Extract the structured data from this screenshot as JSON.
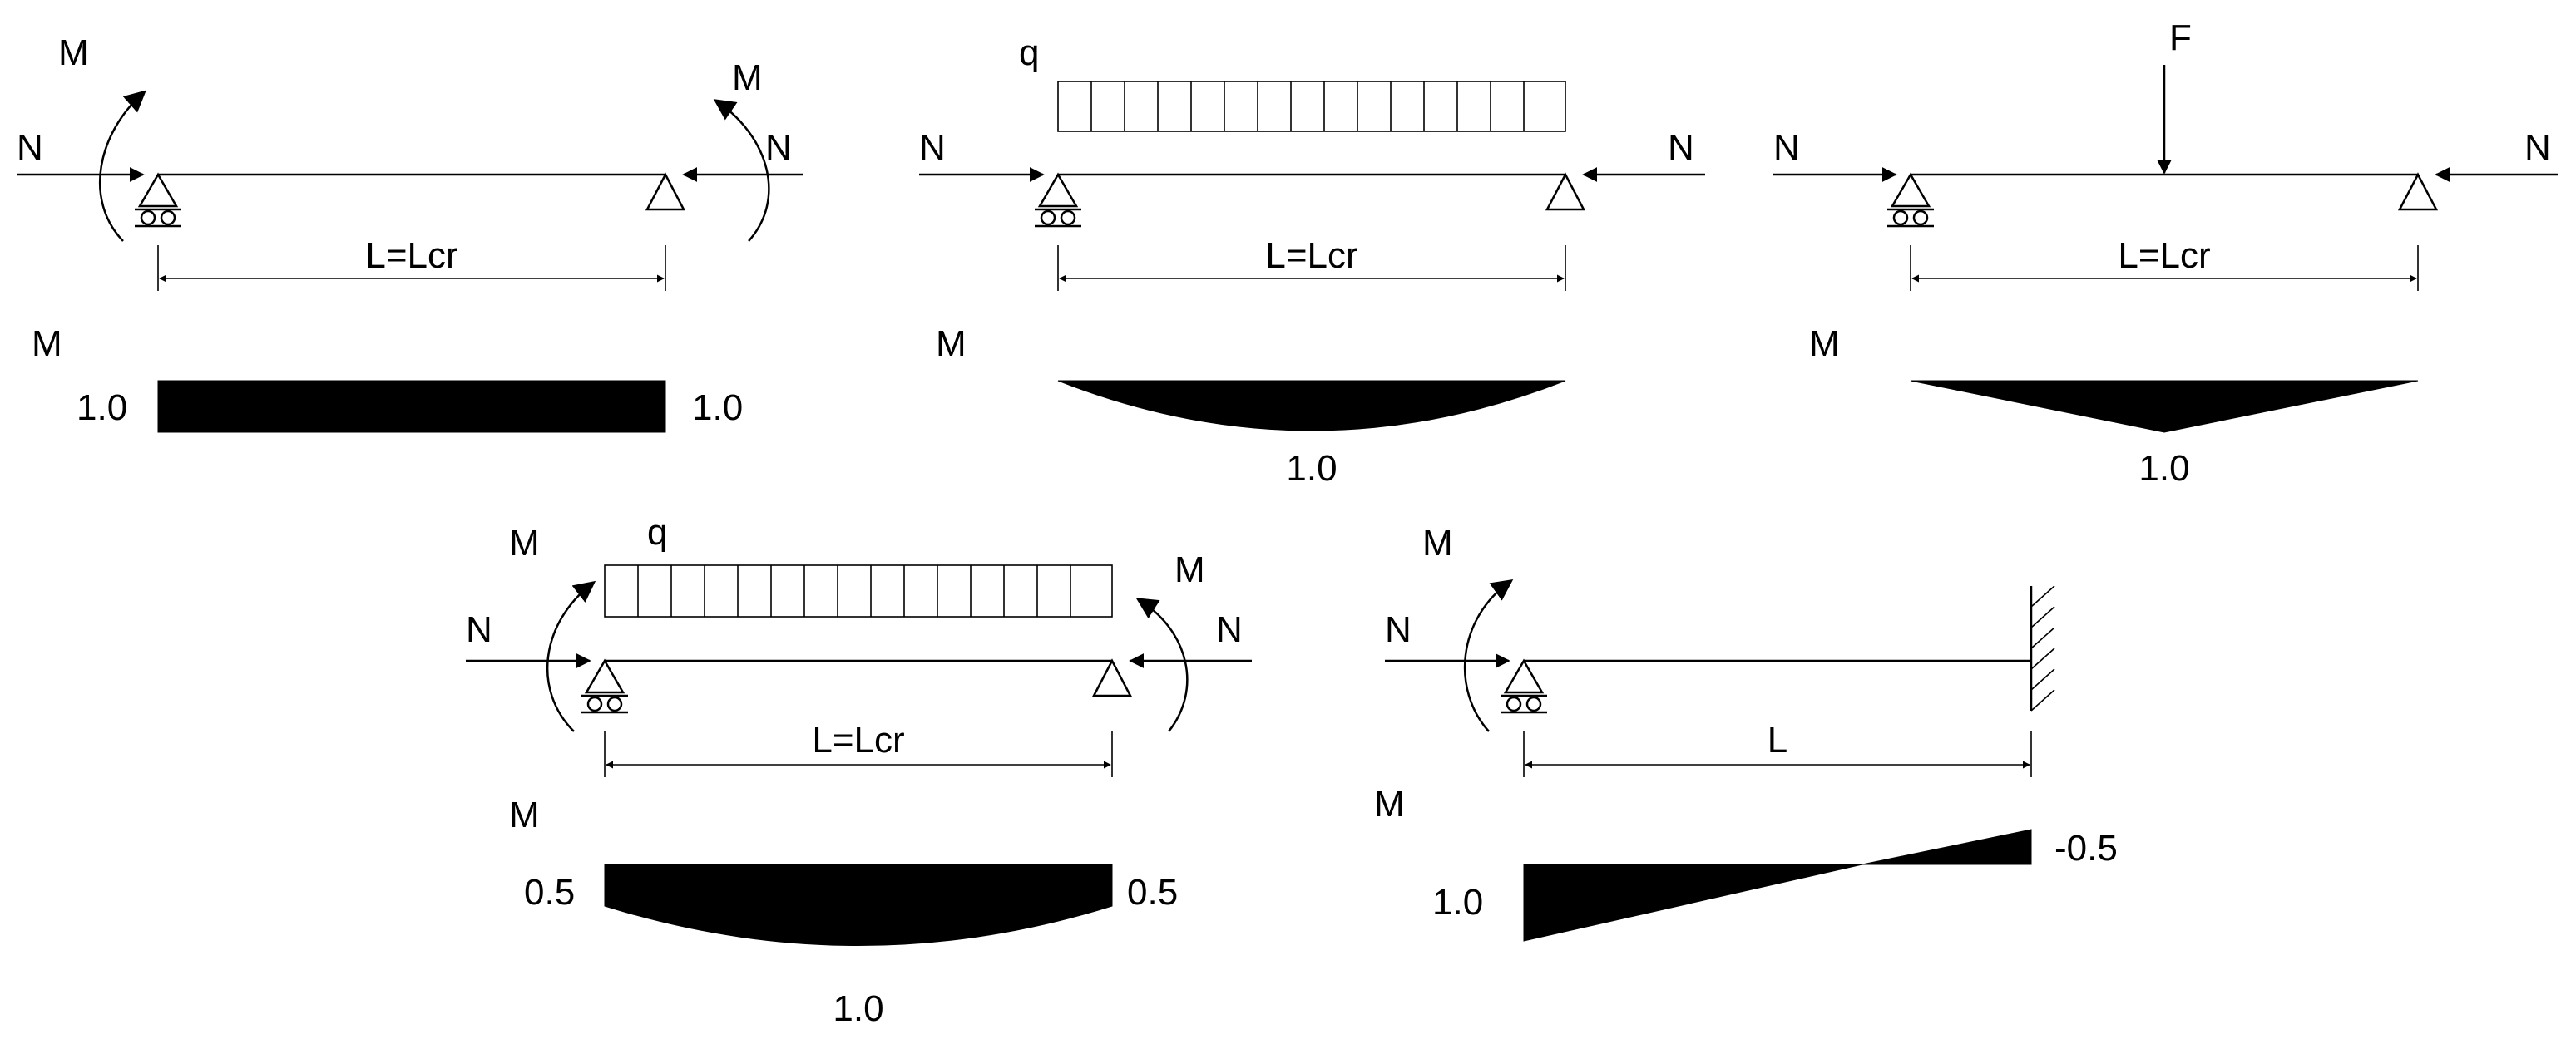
{
  "diagrams": [
    {
      "span_label": "L=Lcr",
      "load_left": "M",
      "load_right": "M",
      "axial_left": "N",
      "axial_right": "N",
      "moment_axis": "M",
      "moment_left": "1.0",
      "moment_right": "1.0"
    },
    {
      "load_label": "q",
      "axial_left": "N",
      "axial_right": "N",
      "span_label": "L=Lcr",
      "moment_axis": "M",
      "moment_mid": "1.0"
    },
    {
      "load_label": "F",
      "axial_left": "N",
      "axial_right": "N",
      "span_label": "L=Lcr",
      "moment_axis": "M",
      "moment_mid": "1.0"
    },
    {
      "load_label": "q",
      "load_left": "M",
      "load_right": "M",
      "axial_left": "N",
      "axial_right": "N",
      "span_label": "L=Lcr",
      "moment_axis": "M",
      "moment_left": "0.5",
      "moment_right": "0.5",
      "moment_mid": "1.0"
    },
    {
      "load_left": "M",
      "axial_left": "N",
      "span_label": "L",
      "moment_axis": "M",
      "moment_left": "1.0",
      "moment_right": "-0.5"
    }
  ]
}
